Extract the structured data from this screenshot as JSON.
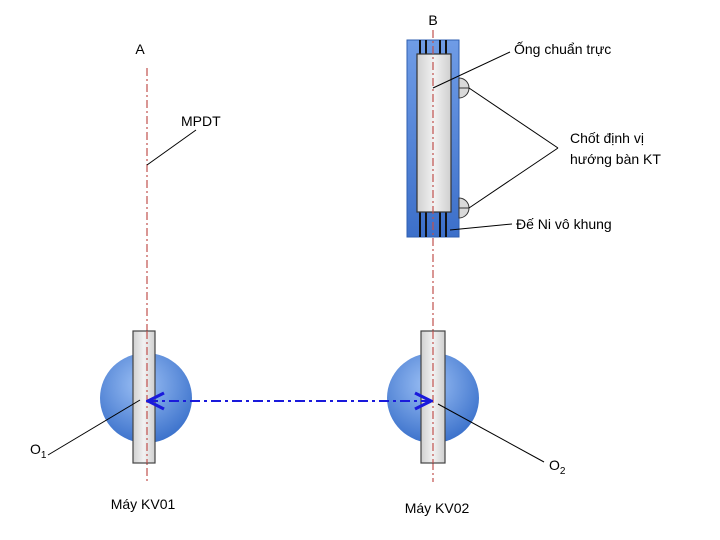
{
  "labels": {
    "point_a": "A",
    "point_b": "B",
    "mpdt": "MPDT",
    "tube": "Ống chuẩn trực",
    "pin_line1": "Chốt định vị",
    "pin_line2": "hướng bàn KT",
    "base": "Đế Ni vô khung",
    "o1_main": "O",
    "o1_sub": "1",
    "o2_main": "O",
    "o2_sub": "2",
    "machine1": "Máy KV01",
    "machine2": "Máy KV02"
  },
  "colors": {
    "blue_fill": "#4f86d9",
    "blue_light": "#8fb4ef",
    "axis_red": "#c0504d",
    "arrow_blue": "#1a1adb",
    "tube_fill": "#e6e6e6",
    "tube_stroke": "#4a4a4a"
  }
}
